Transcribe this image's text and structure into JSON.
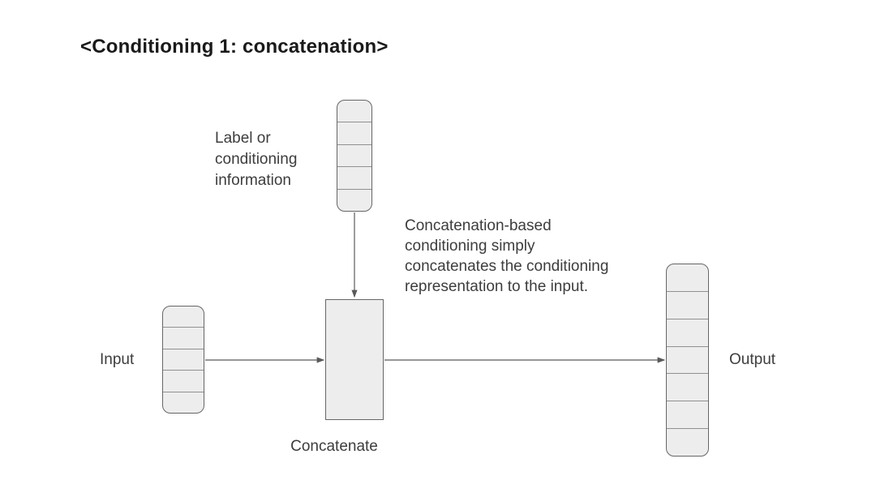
{
  "title": "<Conditioning 1: concatenation>",
  "colors": {
    "background": "#ffffff",
    "title_text": "#1a1a1a",
    "body_text": "#3d3d3d",
    "shape_fill": "#ededed",
    "shape_border": "#666666",
    "cell_divider": "#909090",
    "arrow": "#595959"
  },
  "conditioning_label": {
    "lines": [
      "Label or",
      "conditioning",
      "information"
    ]
  },
  "annotation": {
    "lines": [
      "Concatenation-based",
      "conditioning simply",
      "concatenates the conditioning",
      "representation to the input."
    ]
  },
  "labels": {
    "input": "Input",
    "output": "Output",
    "concatenate": "Concatenate"
  },
  "nodes": {
    "conditioning_vector": {
      "cells": 5
    },
    "input_vector": {
      "cells": 5
    },
    "output_vector": {
      "cells": 7
    }
  }
}
